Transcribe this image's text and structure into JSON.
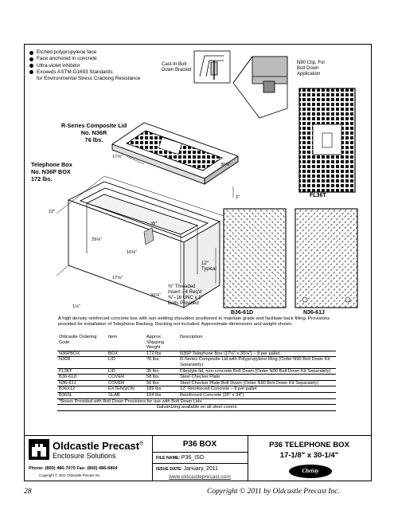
{
  "features": [
    "Etched polypropylene face",
    "Face anchored in concrete",
    "Ultra-violet inhibitor",
    "Exceeds ASTM-D1693 Standards"
  ],
  "features_cont": "for Environmental Stress Cracking Resistance",
  "callouts": {
    "cast_in_bolt": "Cast-In Bolt",
    "down_bracket": "Down Bracket",
    "n90_line1": "N90 Clip, For",
    "n90_line2": "Bolt Down",
    "n90_line3": "Application",
    "lid_line1": "R-Series Composite Lid",
    "lid_line2": "No. N36R",
    "lid_line3": "76 lbs.",
    "box_line1": "Telephone Box",
    "box_line2": "No. N36P BOX",
    "box_line3": "172 lbs.",
    "fl36t": "FL36T",
    "typical_12": "12\"",
    "typical": "Typical",
    "insert_1": "⅜\" Threaded",
    "insert_2": "Insert – 4 Req'd",
    "insert_3": "⅜\"–16 UNC x 1\"",
    "insert_4": "Bolts Provided",
    "b36_61d": "B36-61D",
    "n36_61j": "N36-61J"
  },
  "dims": {
    "lid_w": "17⅛\"",
    "lid_l": "30⅛\"",
    "lid_h": "2\"",
    "box_w": "22\"",
    "box_l": "35\"",
    "box_in": "29⅛\"",
    "box_d1": "16⅜\"",
    "box_d2": "17⅛\"",
    "box_d3": "30⅛\"",
    "box_wall": "1½\""
  },
  "description": "A high density reinforced concrete box with non-settling shoulders positioned to maintain grade and facilitate back filling. Provisions provided for installation of Telephone Racking. Racking not included. Approximate dimensions and weight shown.",
  "table": {
    "headers": [
      "Oldcastle Ordering Code",
      "Item",
      "Approx. Shipping Weight",
      "Description"
    ],
    "rows": [
      [
        "N36PBOX",
        "BOX",
        "172 lbs.",
        "N36P Telephone Box (17⅛\" x 30⅛\") – 8 per pallet"
      ],
      [
        "N36R",
        "LID",
        "76 lbs.",
        "R-Series Composite Lid with Polypropylene Ring (Order N90 Bolt Down Kit Separately)"
      ],
      [
        "FL36T",
        "LID",
        "35 lbs.",
        "Fibrelyte lid, non-concrete Bolt Down (Order N90 Bolt Down Kit Separately)"
      ],
      [
        "B36-61D",
        "COVER",
        "58 lbs.",
        "Steel Checker Plate"
      ],
      [
        "N36-61J",
        "COVER",
        "56 lbs.",
        "Steel Checker Plate Bolt Down (Order N90 Bolt Down Kit Separately)"
      ],
      [
        "B36X12",
        "EXTENSION",
        "189 lbs.",
        "12\" Reinforced Concrete – 8 per pallet"
      ],
      [
        "B36SL",
        "SLAB",
        "104 lbs.",
        "Reinforced Concrete (20\" x 34\")"
      ]
    ],
    "note1": "*Boxes Provided with Bolt Down Provisions for use with Bolt Down Lids.",
    "note2": "Galvanizing available on all steel covers"
  },
  "footer": {
    "company": "Oldcastle Precast",
    "reg": "®",
    "division": "Enclosure Solutions",
    "phone": "Phone: (800) 486-7070 Fax: (800) 486-6804",
    "copyright_small": "Copyright © 2011   Oldcastle Precast Inc.",
    "product": "P36 BOX",
    "file_label": "FILE NAME:",
    "file_value": "P36_ISO",
    "issue_label": "ISSUE DATE:",
    "issue_value": "January, 2011",
    "url": "www.oldcastleprecast.com",
    "title_line1": "P36 TELEPHONE BOX",
    "title_line2": "17-1/8\" x 30-1/4\"",
    "badge": "Christy"
  },
  "page": {
    "number": "28",
    "copyright": "Copyright © 2011 by Oldcastle Precast Inc."
  }
}
